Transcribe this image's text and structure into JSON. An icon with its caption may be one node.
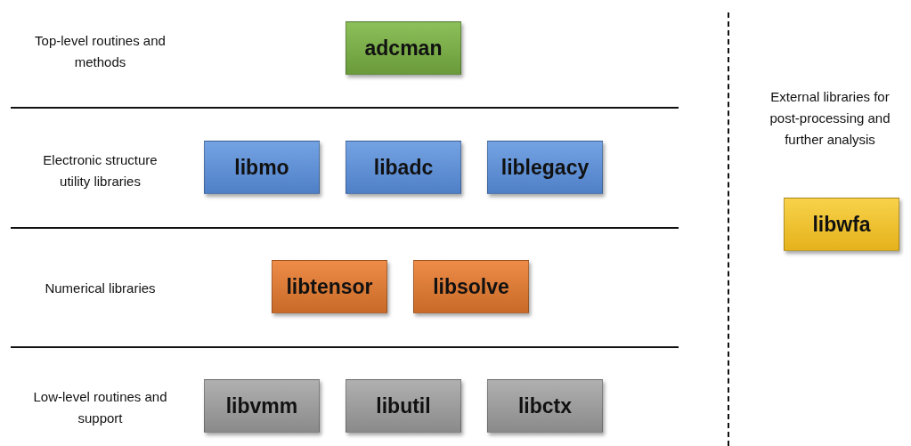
{
  "diagram": {
    "nodes": [
      {
        "text": [
          "adcman"
        ]
      },
      {
        "text": [
          "libmo"
        ]
      },
      {
        "text": [
          "libadc"
        ]
      },
      {
        "text": [
          "liblegacy"
        ]
      },
      {
        "text": [
          "libtensor"
        ]
      },
      {
        "text": [
          "libsolve"
        ]
      },
      {
        "text": [
          "libvmm"
        ]
      },
      {
        "text": [
          "libutil"
        ]
      },
      {
        "text": [
          "libctx"
        ]
      },
      {
        "text": [
          "libwfa"
        ]
      }
    ],
    "edges": [],
    "labels": [
      "Top-level routines and methods",
      "Electronic structure utility libraries",
      "Numerical libraries",
      "Low-level routines and support",
      "External libraries for post-processing and further analysis"
    ]
  }
}
